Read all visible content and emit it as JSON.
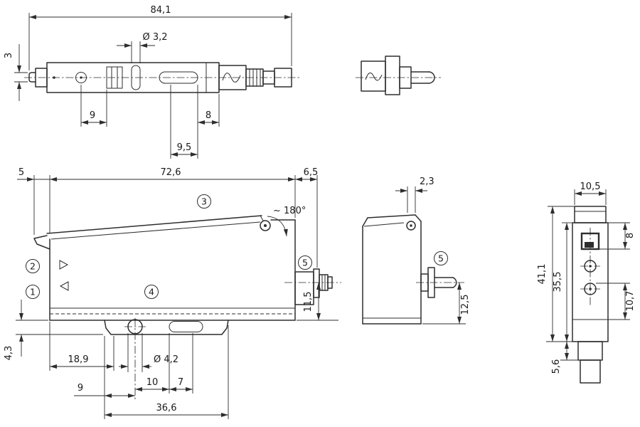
{
  "drawing": {
    "top_view": {
      "dim_overall": "84,1",
      "dim_nose_height": "3",
      "dim_hole": "Ø 3,2",
      "dim_a": "9",
      "dim_b": "8",
      "dim_c": "9,5"
    },
    "side_view": {
      "dim_front_overhang": "5",
      "dim_body_length": "72,6",
      "dim_connector_length": "6,5",
      "rotation_note": "~ 180°",
      "dim_connector_height": "11,5",
      "dim_foot_height": "4,3",
      "dim_hole_offset": "18,9",
      "dim_hole": "Ø 4,2",
      "dim_d": "9",
      "dim_e": "10",
      "dim_f": "7",
      "dim_foot_length": "36,6",
      "callouts": {
        "c1": "1",
        "c2": "2",
        "c3": "3",
        "c4": "4",
        "c5": "5"
      }
    },
    "rear_view": {
      "dim_lid_offset": "2,3",
      "dim_connector_height": "12,5",
      "callout_5": "5"
    },
    "front_view": {
      "dim_width": "10,5",
      "dim_display_offset": "8",
      "dim_total_height": "41,1",
      "dim_face_height": "35,5",
      "dim_port_offset": "10,7",
      "dim_bottom": "5,6"
    }
  }
}
